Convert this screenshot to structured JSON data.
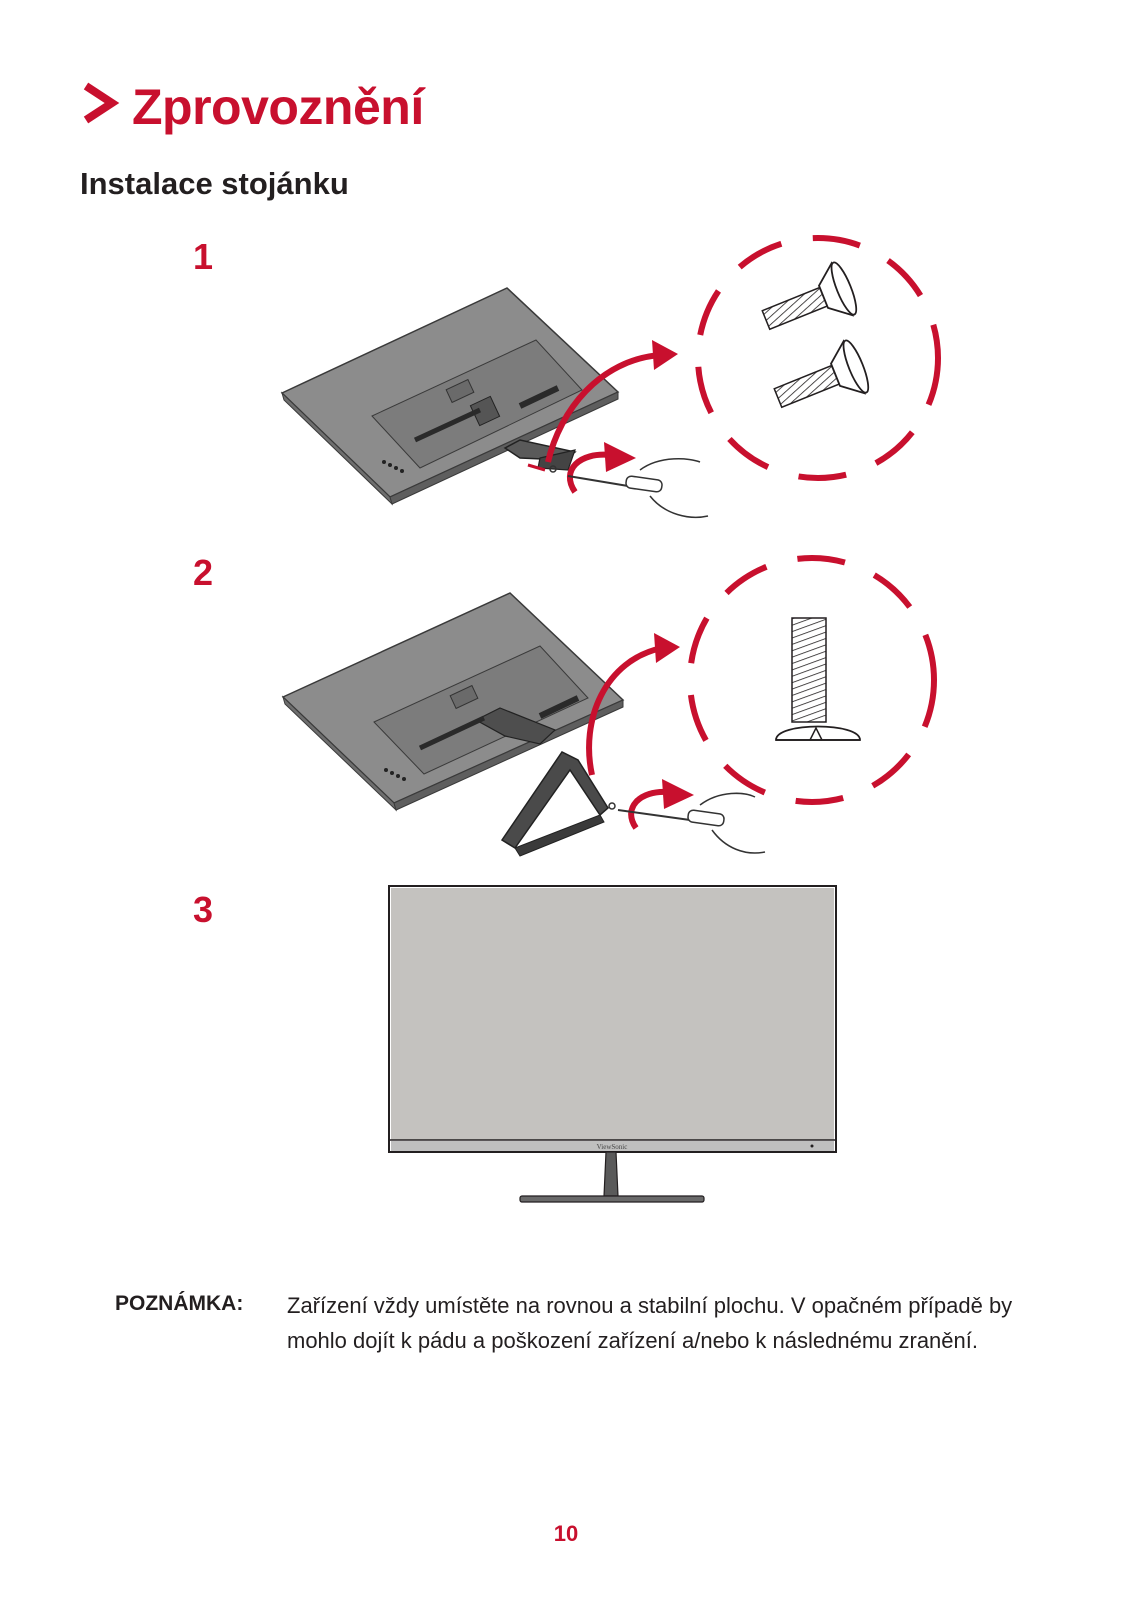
{
  "header": {
    "title": "Zprovoznění",
    "subtitle": "Instalace stojánku"
  },
  "steps": [
    {
      "number": "1"
    },
    {
      "number": "2"
    },
    {
      "number": "3"
    }
  ],
  "monitor": {
    "brand": "ViewSonic"
  },
  "note": {
    "label": "POZNÁMKA:",
    "text": "Zařízení vždy umístěte na rovnou a stabilní plochu. V opačném případě by mohlo dojít k pádu a poškození zařízení a/nebo k následnému zranění."
  },
  "footer": {
    "page_number": "10"
  },
  "colors": {
    "accent": "#c8102e",
    "text": "#231f20",
    "monitor_back": "#8c8c8c",
    "screen": "#c4c2bf"
  },
  "icons": [
    "chevron-right-icon",
    "screw-icon",
    "curved-arrow-icon",
    "screwdriver-icon",
    "hand-icon"
  ]
}
